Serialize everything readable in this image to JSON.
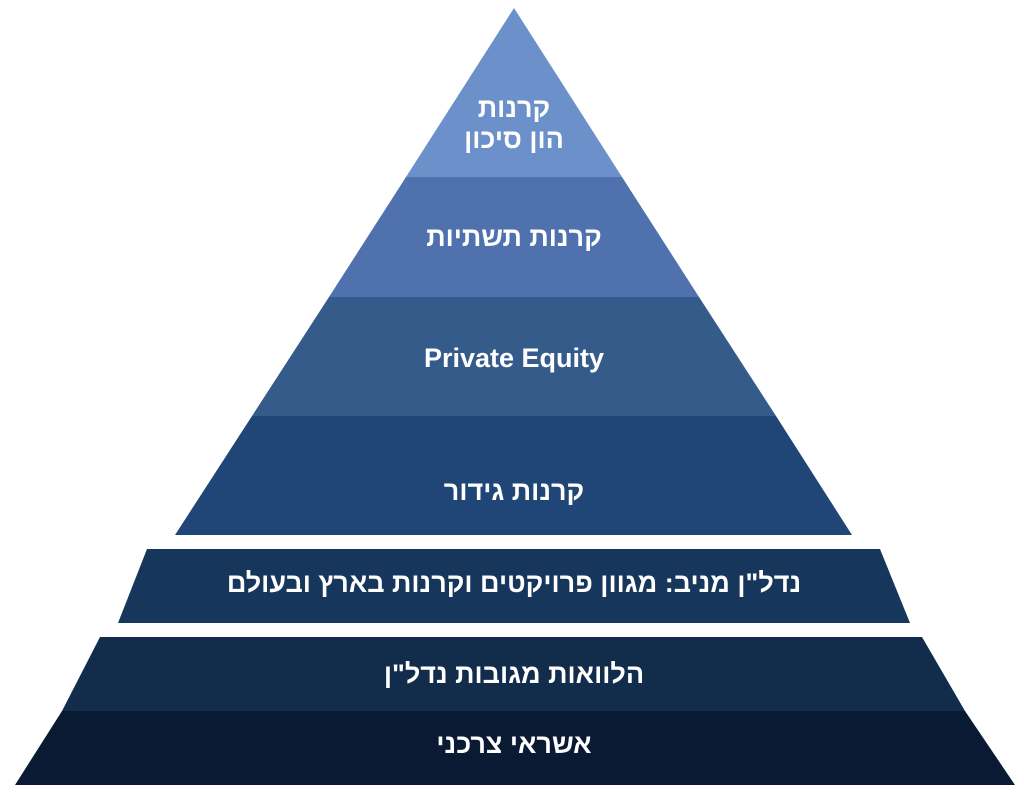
{
  "pyramid": {
    "levels": [
      {
        "label_line1": "קרנות",
        "label_line2": "הון סיכון",
        "color": "#6c90c9"
      },
      {
        "label": "קרנות תשתיות",
        "color": "#4f71ae"
      },
      {
        "label": "Private Equity",
        "color": "#355b8b"
      },
      {
        "label": "קרנות גידור",
        "color": "#1f4676"
      },
      {
        "label": "נדל\"ן מניב: מגוון פרויקטים וקרנות בארץ ובעולם",
        "color": "#17365b"
      },
      {
        "label": "הלוואות מגובות נדל\"ן",
        "color": "#122c4c"
      },
      {
        "label": "אשראי צרכני",
        "color": "#0a1a33"
      }
    ]
  }
}
